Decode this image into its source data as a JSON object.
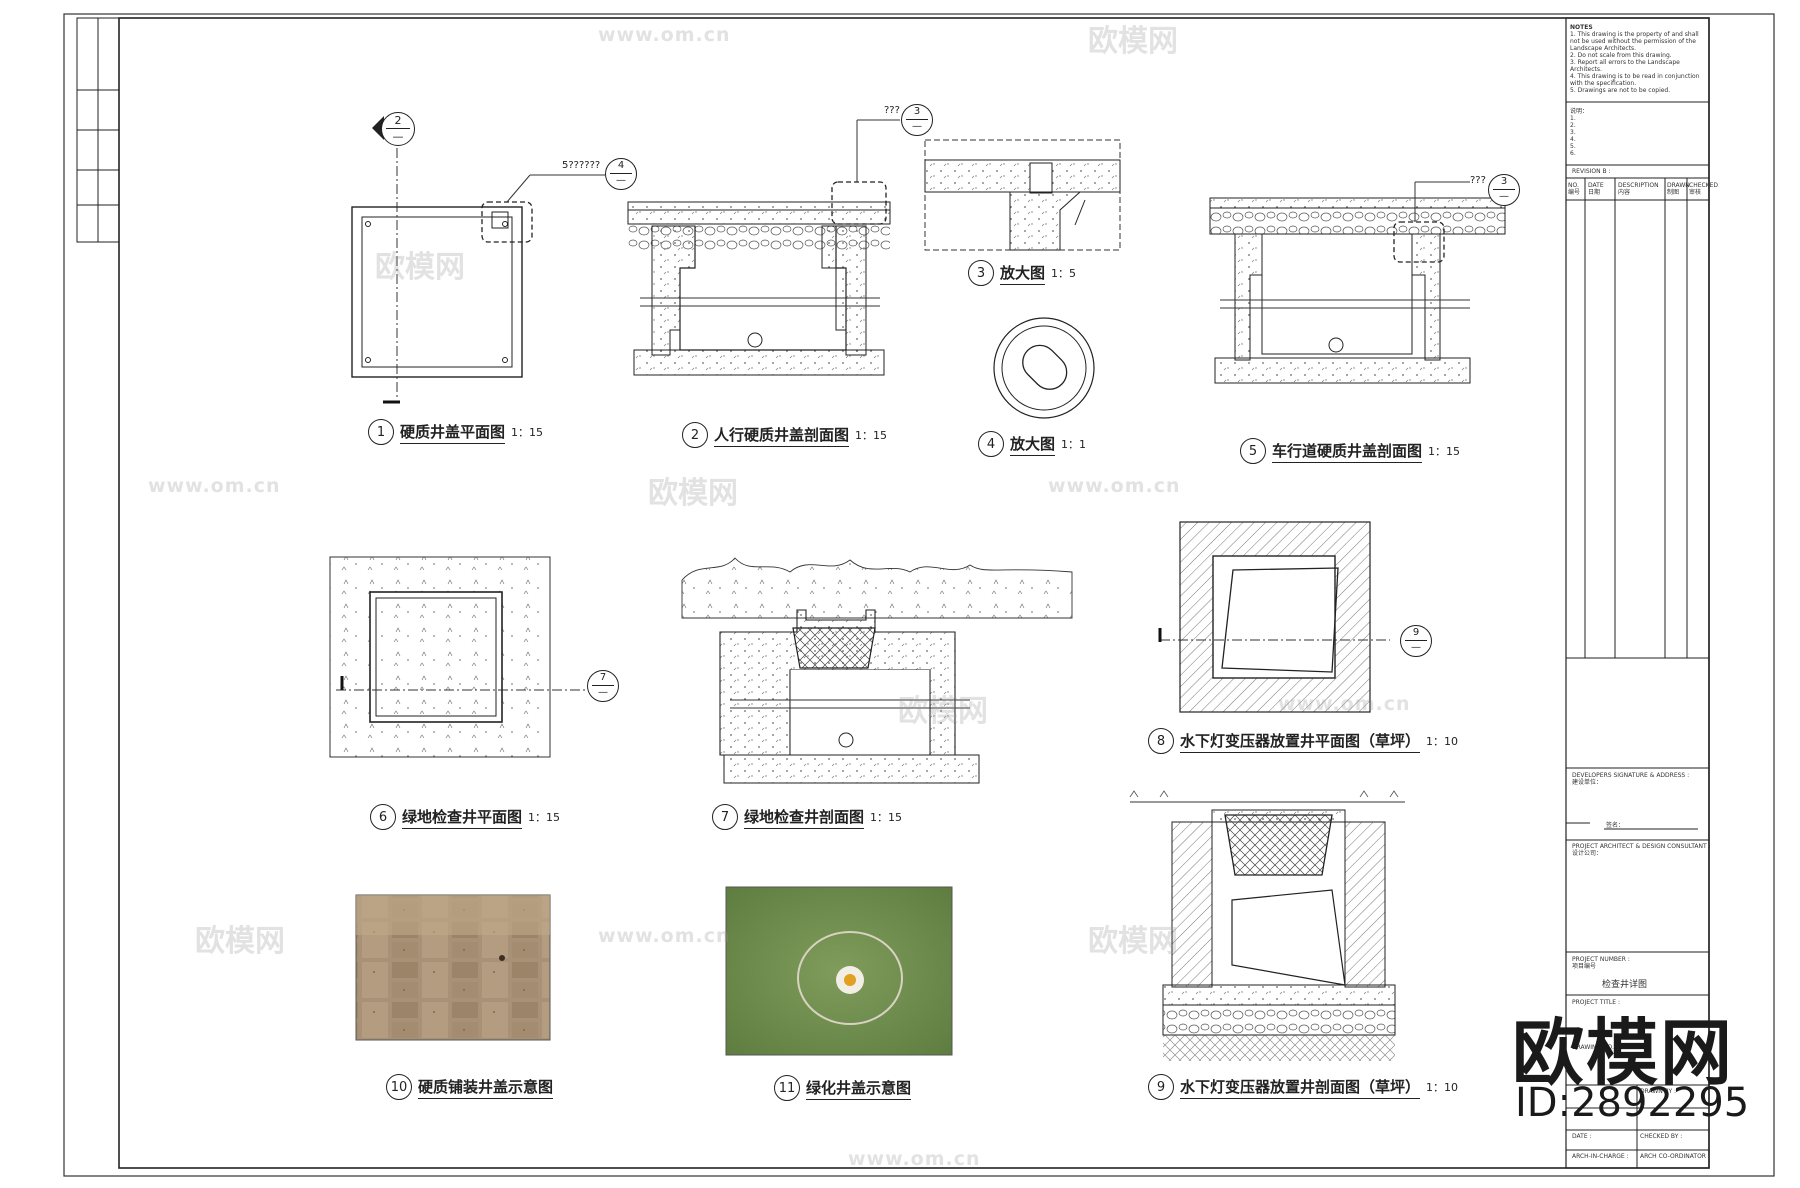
{
  "callouts": {
    "c2": {
      "num": "2",
      "sub": "—"
    },
    "c3a": {
      "prefix": "???",
      "num": "3",
      "sub": "—"
    },
    "c4": {
      "prefix": "5??????",
      "num": "4",
      "sub": "—"
    },
    "c3b": {
      "prefix": "???",
      "num": "3",
      "sub": "—"
    },
    "c7": {
      "num": "7",
      "sub": "—"
    },
    "c9": {
      "num": "9",
      "sub": "—"
    }
  },
  "drawings": [
    {
      "num": "1",
      "title": "硬质井盖平面图",
      "scale": "1：15"
    },
    {
      "num": "2",
      "title": "人行硬质井盖剖面图",
      "scale": "1：15"
    },
    {
      "num": "3",
      "title": "放大图",
      "scale": "1：5"
    },
    {
      "num": "4",
      "title": "放大图",
      "scale": "1：1"
    },
    {
      "num": "5",
      "title": "车行道硬质井盖剖面图",
      "scale": "1：15"
    },
    {
      "num": "6",
      "title": "绿地检查井平面图",
      "scale": "1：15"
    },
    {
      "num": "7",
      "title": "绿地检查井剖面图",
      "scale": "1：15"
    },
    {
      "num": "8",
      "title": "水下灯变压器放置井平面图（草坪）",
      "scale": "1：10"
    },
    {
      "num": "9",
      "title": "水下灯变压器放置井剖面图（草坪）",
      "scale": "1：10"
    },
    {
      "num": "10",
      "title": "硬质铺装井盖示意图",
      "scale": ""
    },
    {
      "num": "11",
      "title": "绿化井盖示意图",
      "scale": ""
    }
  ],
  "title_block": {
    "notes_label": "NOTES",
    "notes_en": [
      "1. This drawing is the property of and shall not be used without the permission of the Landscape Architects.",
      "2. Do not scale from this drawing.",
      "3. Report all errors to the Landscape Architects.",
      "4. This drawing is to be read in conjunction with the specification.",
      "5. Drawings are not to be copied."
    ],
    "notes_cn_label": "说明：",
    "notes_cn": [
      "1.",
      "2.",
      "3.",
      "4.",
      "5.",
      "6."
    ],
    "revision_label": "REVISION B :",
    "rev_headers": [
      {
        "en": "NO.",
        "cn": "编号"
      },
      {
        "en": "DATE",
        "cn": "日期"
      },
      {
        "en": "DESCRIPTION",
        "cn": "内容"
      },
      {
        "en": "DRAWN",
        "cn": "制图"
      },
      {
        "en": "CHECKED",
        "cn": "审核"
      }
    ],
    "developer_label": "DEVELOPERS SIGNATURE & ADDRESS :",
    "developer_cn": "建设单位：",
    "sign_label": "签名：",
    "architect_label": "PROJECT ARCHITECT & DESIGN CONSULTANT :",
    "architect_cn": "设计公司：",
    "project_number_label": "PROJECT NUMBER :",
    "project_number_cn": "项目编号",
    "drawing_name": "检查井详图",
    "project_title_label": "PROJECT TITLE :",
    "drawing_no_label": "DRAWING NO. :",
    "drawn_label": "DRAWN BY :",
    "date_label": "DATE :",
    "checked_label": "CHECKED BY :",
    "arch_in_charge": "ARCH-IN-CHARGE :",
    "arch_coord": "ARCH CO-ORDINATOR :"
  },
  "watermark": {
    "brand": "欧模网",
    "url": "www.om.cn",
    "id_text": "ID:2892295"
  },
  "colors": {
    "line": "#222222",
    "watermark": "#9a9a9a",
    "paving": "#a89177",
    "lawn": "#6e8f4e"
  }
}
